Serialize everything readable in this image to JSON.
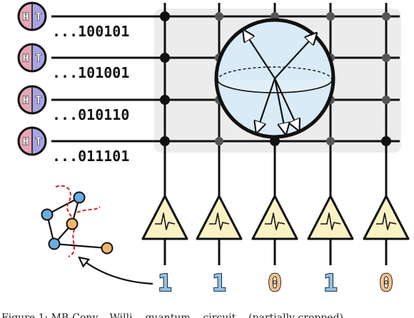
{
  "colors": {
    "coin_left": "#e6a6b6",
    "coin_right": "#a8a4e4",
    "wire": "#111111",
    "node_dark": "#111111",
    "node_gray": "#555555",
    "grid_bg": "#ececec",
    "sphere_fill": "#d9ebf6",
    "amplifier_fill": "#fbf2c4",
    "bit_one": "#8ec3ea",
    "bit_zero": "#f4c28c",
    "graph_blue": "#6aaee0",
    "graph_orange": "#f2b56a",
    "graph_cut": "#e02020"
  },
  "coins": [
    {
      "left": "H",
      "right": "T",
      "bits": "...100101"
    },
    {
      "left": "H",
      "right": "T",
      "bits": "...101001"
    },
    {
      "left": "H",
      "right": "T",
      "bits": "...010110"
    },
    {
      "left": "H",
      "right": "T",
      "bits": "...011101"
    }
  ],
  "outputs": [
    {
      "bit": "1",
      "color": "#8ec3ea"
    },
    {
      "bit": "1",
      "color": "#8ec3ea"
    },
    {
      "bit": "0",
      "color": "#f4c28c"
    },
    {
      "bit": "1",
      "color": "#8ec3ea"
    },
    {
      "bit": "0",
      "color": "#f4c28c"
    }
  ],
  "caption": "Figure 1: MB-Conv... Willi... quantum... circuit... (partially cropped)"
}
